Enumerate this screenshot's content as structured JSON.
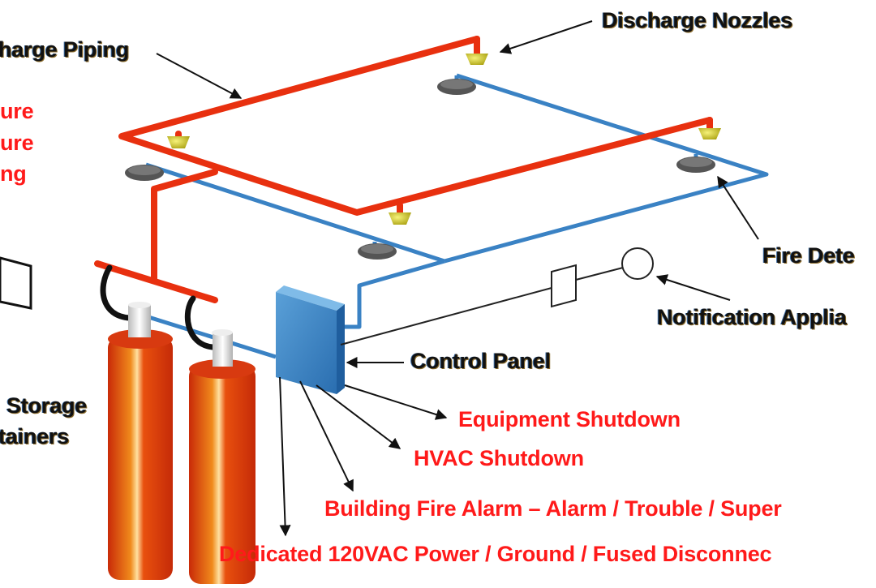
{
  "diagram": {
    "title": "Clean Agent Fire Suppression System",
    "colors": {
      "discharge_pipe": "#e8300f",
      "detection_wire": "#3a82c4",
      "nozzle": "#c9c21a",
      "detector": "#555555",
      "cylinder": "#d8350c",
      "panel": "#2f7dc0",
      "red_label": "#ff1a1a",
      "black_label": "#111111"
    },
    "labels": {
      "discharge_piping": "Discharge Piping",
      "discharge_piping_visible": "harge Piping",
      "discharge_nozzles": "Discharge Nozzles",
      "pressure_line1": "ure",
      "pressure_line2": "ure",
      "pressure_line3": "ng",
      "fire_detectors": "Fire Dete",
      "notification_appliances": "Notification Applia",
      "control_panel": "Control Panel",
      "storage_line1": "Storage",
      "storage_line2": "tainers",
      "equipment_shutdown": "Equipment Shutdown",
      "hvac_shutdown": "HVAC Shutdown",
      "building_fire_alarm": "Building Fire Alarm – Alarm  /  Trouble  /  Super",
      "dedicated_power": "Dedicated 120VAC Power / Ground / Fused Disconnec"
    },
    "components": [
      "discharge-piping",
      "discharge-nozzles",
      "fire-detectors",
      "control-panel",
      "notification-appliances",
      "agent-storage-containers"
    ]
  }
}
